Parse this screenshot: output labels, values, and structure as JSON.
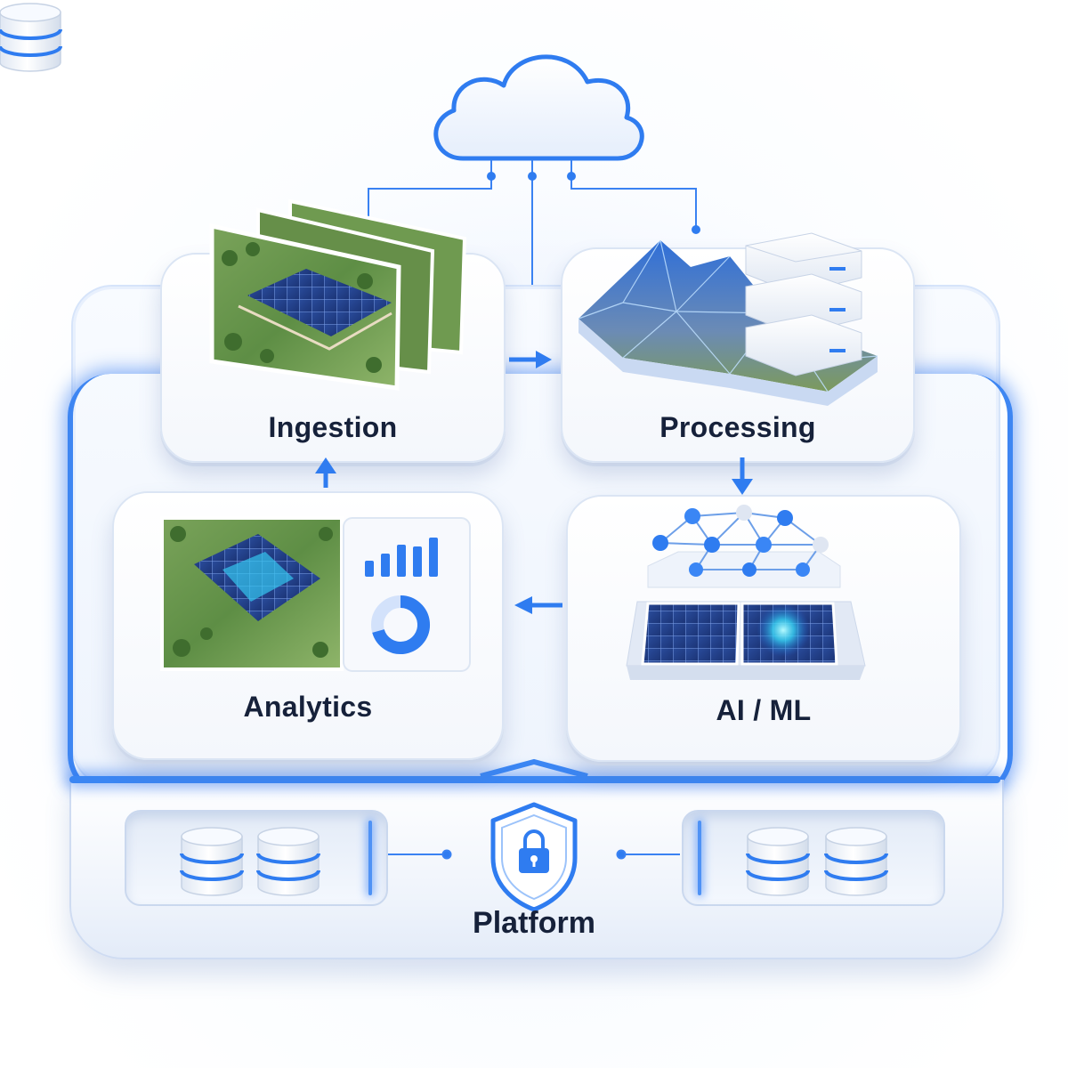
{
  "modules": {
    "ingestion": "Ingestion",
    "processing": "Processing",
    "analytics": "Analytics",
    "aiml": "AI / ML"
  },
  "platform": "Platform",
  "colors": {
    "accent": "#2f7cf0",
    "label": "#16213a",
    "card": "#ffffff"
  },
  "icons": [
    "cloud-icon",
    "aerial-photo-icon",
    "terrain-mesh-icon",
    "server-stack-icon",
    "neural-network-icon",
    "solar-panel-icon",
    "bar-chart-icon",
    "donut-chart-icon",
    "shield-lock-icon",
    "database-icon"
  ]
}
